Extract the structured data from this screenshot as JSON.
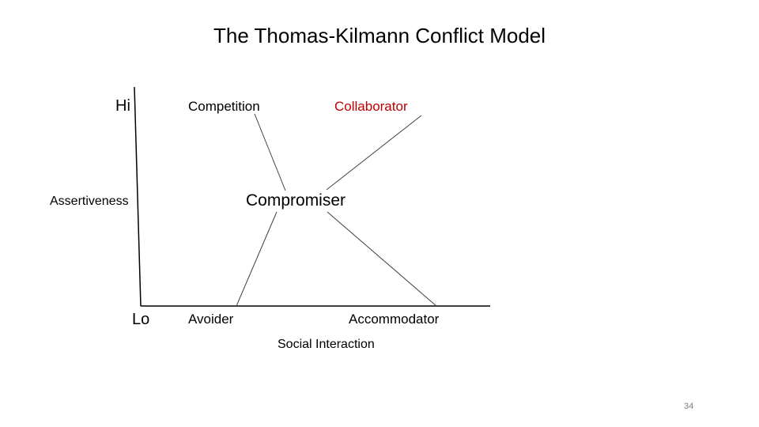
{
  "slide": {
    "title": "The Thomas-Kilmann Conflict Model",
    "page_number": "34"
  },
  "axes": {
    "y_label": "Assertiveness",
    "x_label": "Social Interaction",
    "high_label": "Hi",
    "low_label": "Lo"
  },
  "modes": {
    "competition": "Competition",
    "collaborator": "Collaborator",
    "compromiser": "Compromiser",
    "avoider": "Avoider",
    "accommodator": "Accommodator"
  },
  "colors": {
    "text": "#000000",
    "collaborator": "#c00000",
    "axis_line": "#000000",
    "connector_line": "#404040",
    "page_number": "#7f7f7f"
  }
}
